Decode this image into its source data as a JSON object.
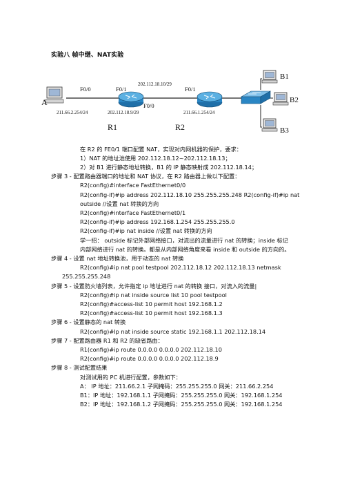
{
  "title": "实验八  帧中继、NAT实验",
  "diagram": {
    "host_a": "A",
    "r1": "R1",
    "r2": "R2",
    "b1": "B1",
    "b2": "B2",
    "b3": "B3",
    "r1_f00": "F0/0",
    "r1_f01": "F0/1",
    "r2_f00": "F0/0",
    "r2_f01": "F0/1",
    "ip_a_side": "211.66.2.254/24",
    "ip_r1_wan": "202.112.18.9/29",
    "ip_r2_wan": "202.112.18.10/29",
    "ip_r2_lan": "211.66.1.254/24"
  },
  "lines": [
    "在 R2 的 FE0/1 端口配置 NAT，实现对内网机器的保护，要求：",
    "1）NAT 的地址池使用 202.112.18.12~202.112.18.13；",
    "2）对 B1 进行静态地址转换，B1 的 IP 静态映射成 202.112.18.14；",
    "步骤 3 -  配置路由器端口的地址和 NAT 协议，在 R2 路由器上做以下配置：",
    "R2(config)#interface FastEthernet0/0",
    "R2(config-if)#ip   address   202.112.18.10   255.255.255.248   R2(config-if)#ip   nat",
    "outside //设置 nat 转换的方向",
    "R2(config)#interface FastEthernet0/1",
    "R2(config-if)#ip address 192.168.1.254 255.255.255.0",
    "R2(config-if)#ip nat inside //设置 nat 转换的方向",
    "学一招：  outside 标记外部网络接口，对流出的流量进行 nat 的转换；inside 标记",
    "内部网络进行 nat 的转换。都是从内部网络角度来看 inside 和 outside 的方向的。",
    "步骤 4 -  设置 nat 地址转换池，用于动态的 nat 转换",
    "R2(config)#ip    nat    pool    testpool    202.112.18.12    202.112.18.13    netmask",
    "255.255.255.248",
    "步骤 5 -  设置防火墙列表，允许指定 ip 地址进行 nat 的转换  接口，对流入的流量|",
    "R2(config)#ip nat inside source list 10 pool testpool",
    "R2(config)#access-list 10 permit host 192.168.1.2",
    "R2(config)#access-list 10 permit host 192.168.1.3",
    "步骤 6 -  设置静态的 nat 转换",
    "R2(config)#Ip nat inside source static 192.168.1.1 202.112.18.14",
    "步骤 7 -  配置路由器 R1 和 R2 的缺省路由：",
    "R1(config)#ip route 0.0.0.0 0.0.0.0 202.112.18.10",
    "R2(config)#ip route 0.0.0.0 0.0.0.0 202.112.18.9",
    "步骤 8 -  测试配置结果",
    "对测试用的 PC 机进行配置，参数如下：",
    "A：   IP 地址：211.66.2.1  子网掩码：255.255.255.0  网关：211.66.2.254",
    "B1：IP 地址：192.168.1.1  子网掩码：255.255.255.0  网关：192.168.1.254",
    "B2：IP 地址：192.168.1.2  子网掩码：255.255.255.0  网关：192.168.1.254"
  ]
}
